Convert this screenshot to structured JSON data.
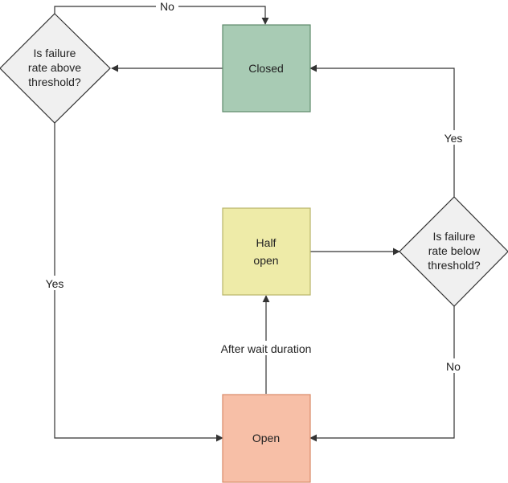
{
  "nodes": {
    "closed": {
      "lines": [
        "Closed"
      ],
      "fill": "#a8cbb4",
      "stroke": "#5f8a6c"
    },
    "half_open": {
      "lines": [
        "Half",
        "open"
      ],
      "fill": "#eeeba8",
      "stroke": "#b8b56a"
    },
    "open": {
      "lines": [
        "Open"
      ],
      "fill": "#f7bfa7",
      "stroke": "#d98a68"
    },
    "decision_above": {
      "lines": [
        "Is failure",
        "rate above",
        "threshold?"
      ],
      "fill": "#f0f0f0",
      "stroke": "#333333"
    },
    "decision_below": {
      "lines": [
        "Is failure",
        "rate below",
        "threshold?"
      ],
      "fill": "#f0f0f0",
      "stroke": "#333333"
    }
  },
  "edges": {
    "above_no": "No",
    "above_yes": "Yes",
    "below_yes": "Yes",
    "below_no": "No",
    "open_to_half": "After wait duration"
  },
  "colors": {
    "arrow": "#333333"
  }
}
